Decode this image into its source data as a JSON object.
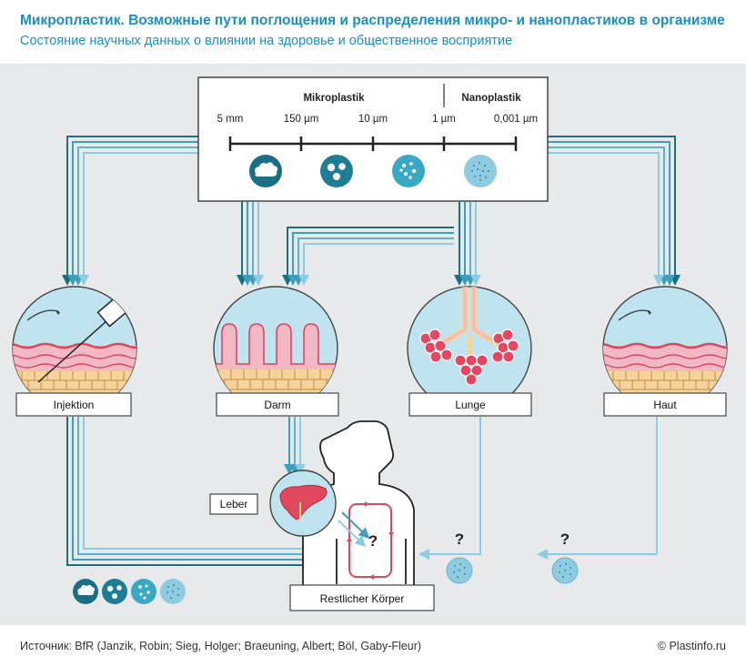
{
  "header": {
    "title": "Микропластик. Возможные пути поглощения и распределения микро- и нанопластиков в организме",
    "subtitle": "Состояние научных данных о влиянии на здоровье и общественное восприятие"
  },
  "scale": {
    "micro_label": "Mikroplastik",
    "nano_label": "Nanoplastik",
    "ticks": [
      "5 mm",
      "150 µm",
      "10 µm",
      "1 µm",
      "0,001 µm"
    ]
  },
  "organs": {
    "injektion": "Injektion",
    "darm": "Darm",
    "lunge": "Lunge",
    "haut": "Haut"
  },
  "body": {
    "leber": "Leber",
    "rest": "Restlicher Körper",
    "question": "?"
  },
  "footer": {
    "source": "Источник: BfR (Janzik, Robin; Sieg, Holger; Braeuning, Albert; Böl, Gaby-Fleur)",
    "copyright": "© Plastinfo.ru"
  },
  "colors": {
    "title": "#1a8fc4",
    "dark_teal": "#1b6f84",
    "mid_teal": "#3da0bb",
    "light_teal": "#8fcbe0",
    "organ_bg": "#bfe3ef",
    "tissue_pink": "#f2b8c4",
    "tissue_red": "#d9485f",
    "cells": "#f6d39a",
    "background": "#e8e9ea"
  },
  "icons": [
    "particle-5mm-icon",
    "particle-150um-icon",
    "particle-10um-icon",
    "particle-1um-icon",
    "question-icon"
  ]
}
